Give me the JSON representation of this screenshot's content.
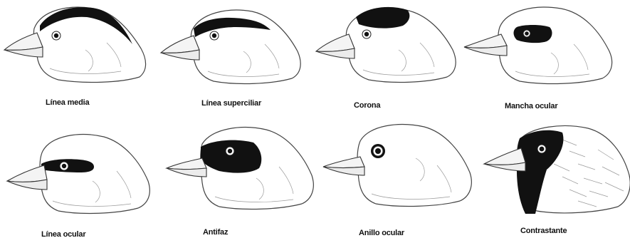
{
  "labels": [
    "Línea media",
    "Línea superciliar",
    "Corona",
    "Mancha ocular",
    "Línea ocular",
    "Antifaz",
    "Anillo ocular",
    "Contrastante"
  ],
  "colors": {
    "ink": "#111111",
    "outline": "#444444",
    "background": "#ffffff"
  }
}
